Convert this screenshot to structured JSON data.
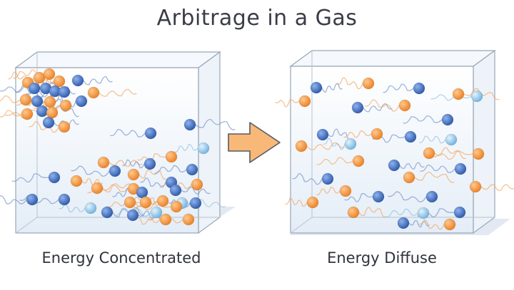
{
  "title": "Arbitrage in a Gas",
  "left_panel": {
    "caption": "Energy Concentrated"
  },
  "right_panel": {
    "caption": "Energy Diffuse"
  },
  "colors": {
    "orange_particle": "#f0903a",
    "blue_particle": "#3f6fbf",
    "light_blue_particle": "#8cc4e6",
    "arrow_fill": "#f8b878",
    "arrow_stroke": "#555a63",
    "box_edge": "#98a6b6",
    "title_text": "#3a3d46"
  },
  "icons": {
    "transition": "right-arrow-icon"
  }
}
